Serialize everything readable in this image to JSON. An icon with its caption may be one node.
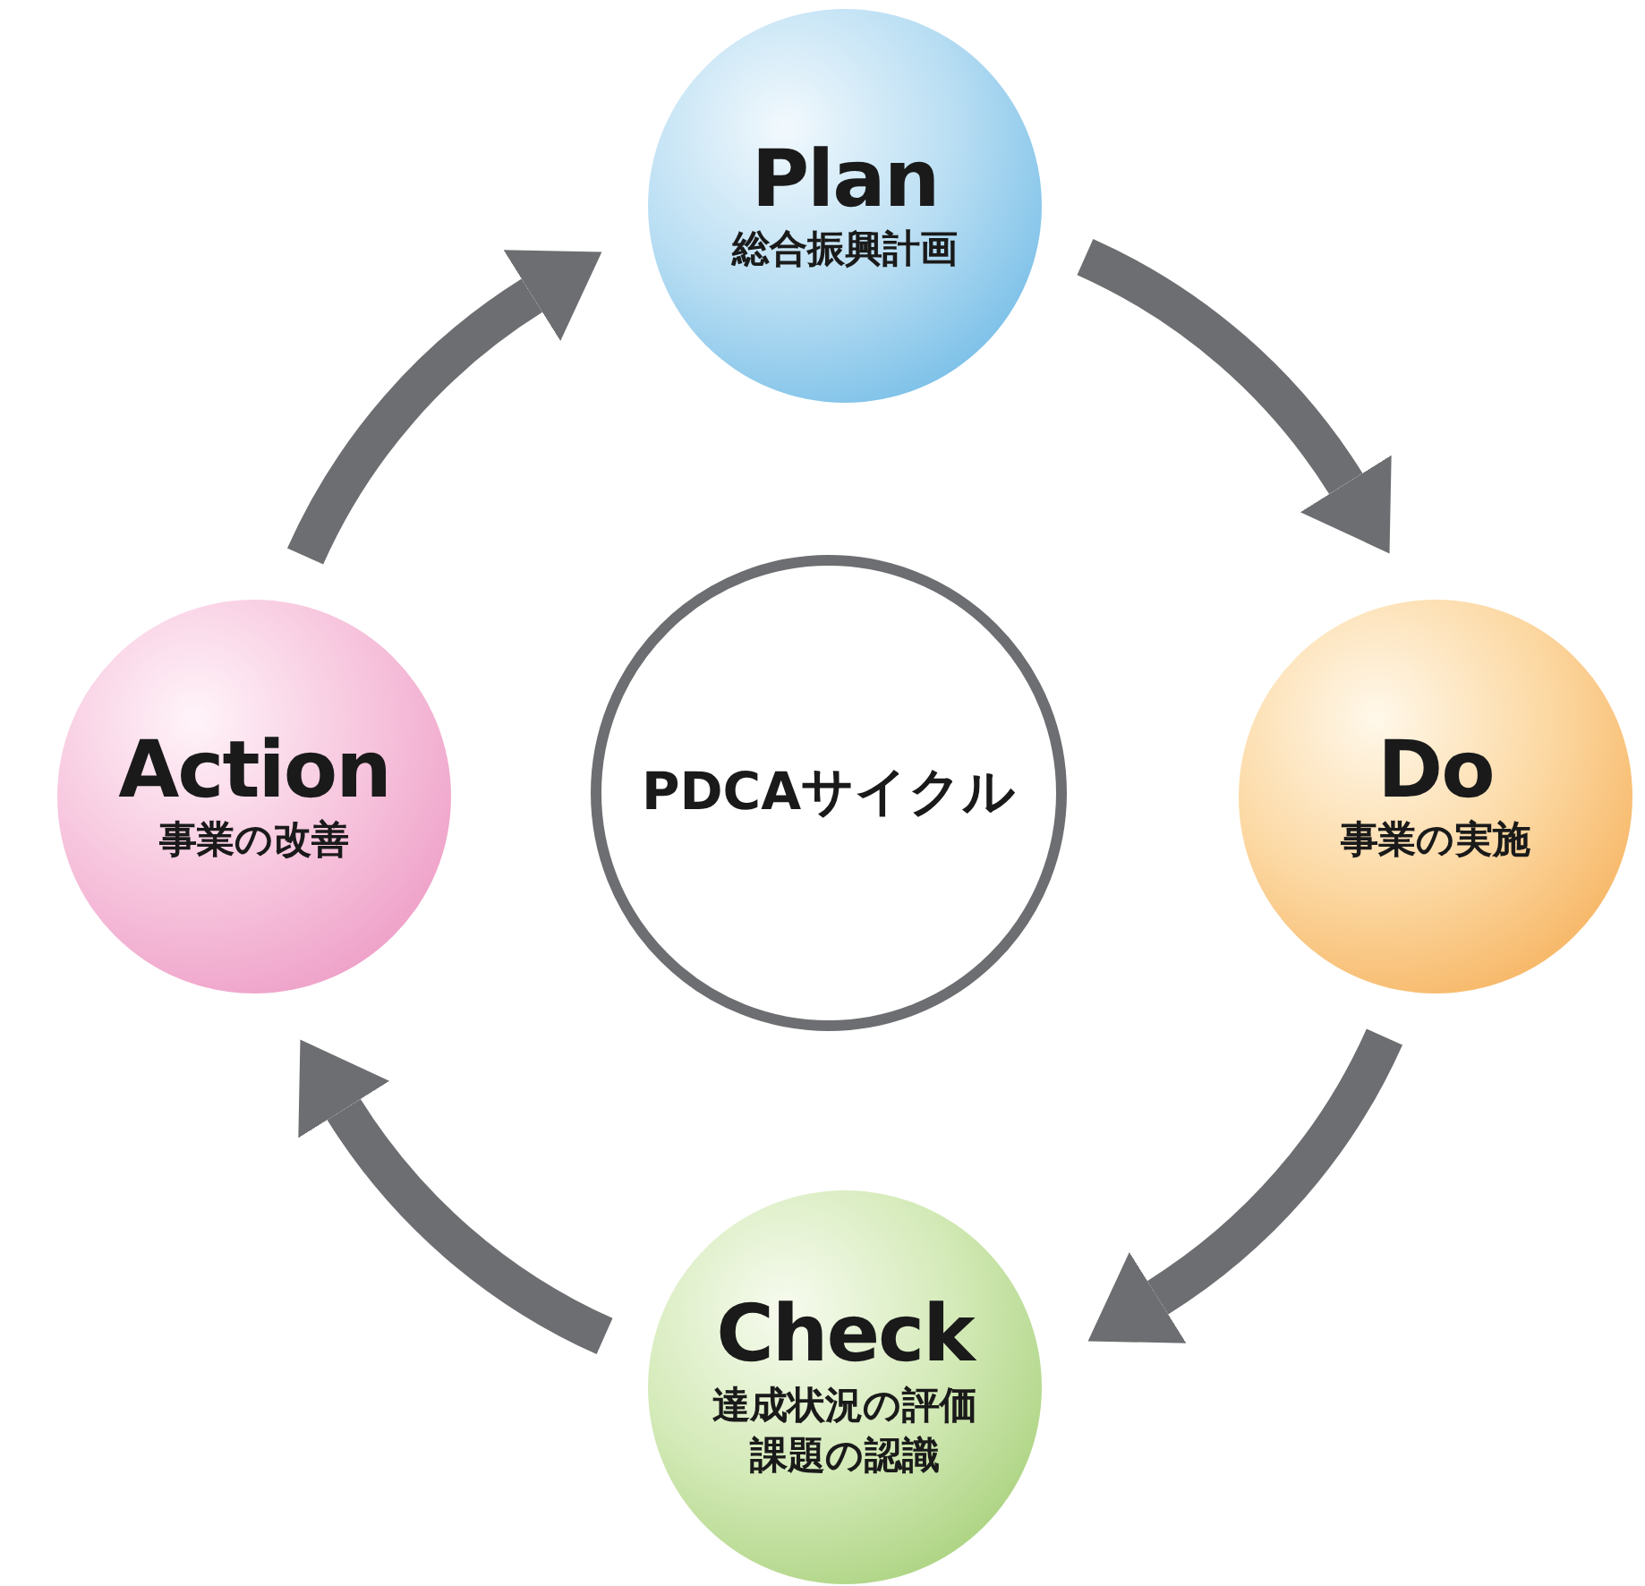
{
  "diagram": {
    "nodes": [
      {
        "text": [
          "Plan",
          "総合振興計画"
        ]
      },
      {
        "text": [
          "Action",
          "事業の改善"
        ]
      },
      {
        "text": [
          "PDCAサイクル"
        ]
      },
      {
        "text": [
          "Do",
          "事業の実施"
        ]
      },
      {
        "text": [
          "Check",
          "達成状況の評価",
          "課題の認識"
        ]
      }
    ],
    "edges": [
      {
        "from": 0,
        "to": 3,
        "arrow": "to"
      },
      {
        "from": 3,
        "to": 4,
        "arrow": "to"
      },
      {
        "from": 4,
        "to": 1,
        "arrow": "to"
      },
      {
        "from": 1,
        "to": 0,
        "arrow": "to"
      }
    ]
  }
}
